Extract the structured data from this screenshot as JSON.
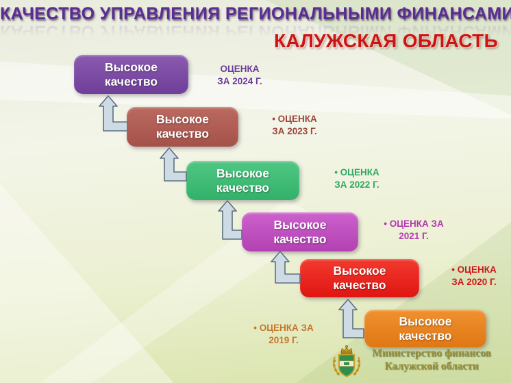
{
  "header": {
    "title": "КАЧЕСТВО УПРАВЛЕНИЯ РЕГИОНАЛЬНЫМИ ФИНАНСАМИ",
    "subtitle": "КАЛУЖСКАЯ ОБЛАСТЬ",
    "title_color": "#5b2d92",
    "subtitle_color": "#cf1212"
  },
  "steps": [
    {
      "year": "2024",
      "label": "Высокое качество",
      "year_line1": "ОЦЕНКА",
      "year_line2": "ЗА 2024 Г.",
      "box_top": "#8a5bb0",
      "box_bottom": "#6f3f99",
      "label_color": "#6a3b9a"
    },
    {
      "year": "2023",
      "label": "Высокое качество",
      "year_line1": "• ОЦЕНКА",
      "year_line2": "ЗА 2023 Г.",
      "box_top": "#bb6a61",
      "box_bottom": "#a4514a",
      "label_color": "#9e453c"
    },
    {
      "year": "2022",
      "label": "Высокое качество",
      "year_line1": "• ОЦЕНКА",
      "year_line2": "ЗА 2022 Г.",
      "box_top": "#50c783",
      "box_bottom": "#32b169",
      "label_color": "#2fa862"
    },
    {
      "year": "2021",
      "label": "Высокое качество",
      "year_line1": "• ОЦЕНКА ЗА",
      "year_line2": "2021 Г.",
      "box_top": "#cc61cc",
      "box_bottom": "#b341b3",
      "label_color": "#b138b1"
    },
    {
      "year": "2020",
      "label": "Высокое качество",
      "year_line1": "• ОЦЕНКА",
      "year_line2": "ЗА 2020 Г.",
      "box_top": "#f23a2e",
      "box_bottom": "#e01512",
      "label_color": "#d01616"
    },
    {
      "year": "2019",
      "label": "Высокое качество",
      "year_line1": "• ОЦЕНКА ЗА",
      "year_line2": "2019 Г.",
      "box_top": "#ef9130",
      "box_bottom": "#e07713",
      "label_color": "#c6762a"
    }
  ],
  "footer": {
    "ministry_line1": "Министерство финансов",
    "ministry_line2": "Калужской области",
    "emblem_icon": "kaluga-coat-of-arms-icon",
    "ministry_text_color": "#9a9038"
  },
  "arrow": {
    "icon": "bent-up-arrow-icon",
    "fill": "#cfdbe4",
    "stroke": "#5c6f80"
  }
}
